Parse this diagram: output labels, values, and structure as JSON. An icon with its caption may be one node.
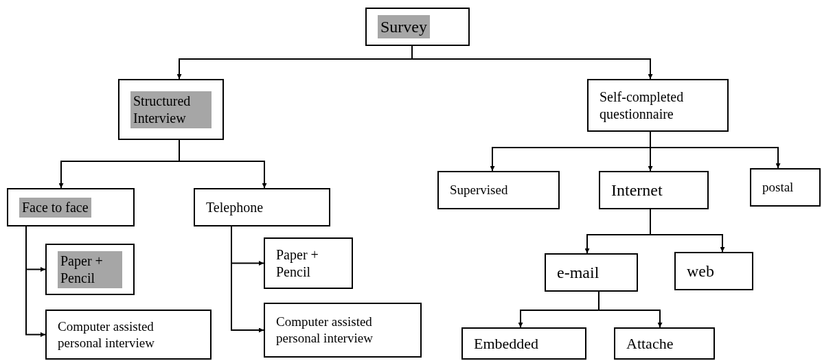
{
  "diagram": {
    "nodes": [
      {
        "text": [
          "Survey"
        ]
      },
      {
        "text": [
          "Structured Interview"
        ]
      },
      {
        "text": [
          "Self-completed questionnaire"
        ]
      },
      {
        "text": [
          "Face to face"
        ]
      },
      {
        "text": [
          "Telephone"
        ]
      },
      {
        "text": [
          "Supervised"
        ]
      },
      {
        "text": [
          "Internet"
        ]
      },
      {
        "text": [
          "postal"
        ]
      },
      {
        "text": [
          "Paper + Pencil"
        ]
      },
      {
        "text": [
          "Computer assisted personal interview"
        ]
      },
      {
        "text": [
          "Paper + Pencil"
        ]
      },
      {
        "text": [
          "Computer assisted personal interview"
        ]
      },
      {
        "text": [
          "e-mail"
        ]
      },
      {
        "text": [
          "web"
        ]
      },
      {
        "text": [
          "Embedded"
        ]
      },
      {
        "text": [
          "Attache"
        ]
      }
    ],
    "edges": [
      {
        "from": 0,
        "to": 1,
        "arrow": "to"
      },
      {
        "from": 0,
        "to": 2,
        "arrow": "to"
      },
      {
        "from": 1,
        "to": 3,
        "arrow": "to"
      },
      {
        "from": 1,
        "to": 4,
        "arrow": "to"
      },
      {
        "from": 2,
        "to": 5,
        "arrow": "to"
      },
      {
        "from": 2,
        "to": 6,
        "arrow": "to"
      },
      {
        "from": 2,
        "to": 7,
        "arrow": "to"
      },
      {
        "from": 3,
        "to": 8,
        "arrow": "to"
      },
      {
        "from": 3,
        "to": 9,
        "arrow": "to"
      },
      {
        "from": 4,
        "to": 10,
        "arrow": "to"
      },
      {
        "from": 4,
        "to": 11,
        "arrow": "to"
      },
      {
        "from": 6,
        "to": 12,
        "arrow": "to"
      },
      {
        "from": 6,
        "to": 13,
        "arrow": "to"
      },
      {
        "from": 12,
        "to": 14,
        "arrow": "to"
      },
      {
        "from": 12,
        "to": 15,
        "arrow": "to"
      }
    ]
  }
}
